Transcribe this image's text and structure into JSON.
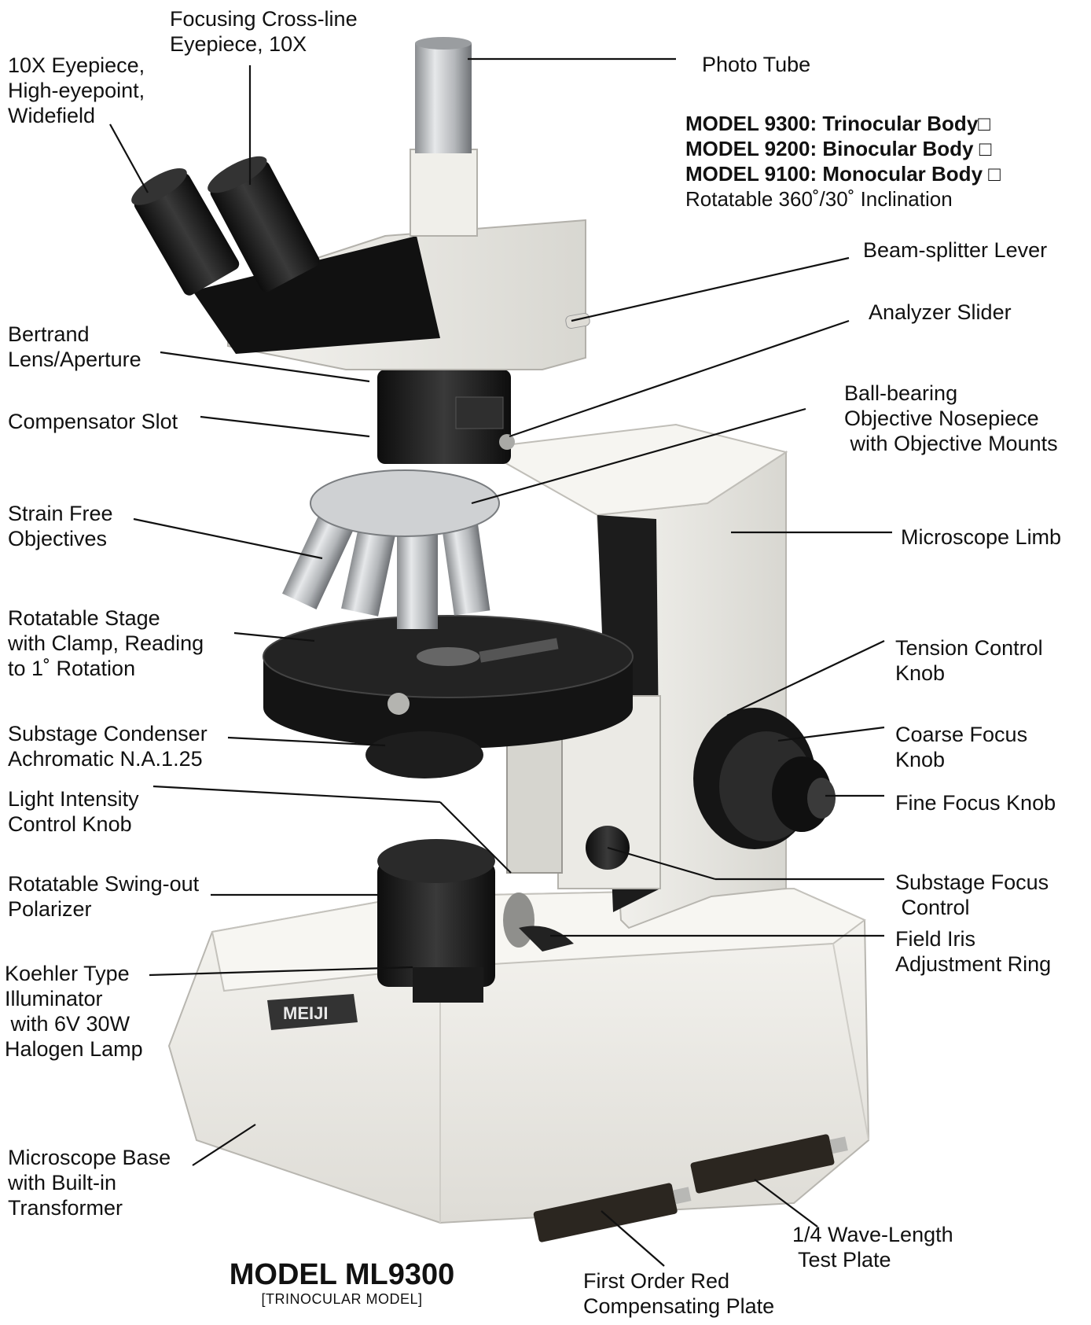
{
  "labels": {
    "focusing_eyepiece": [
      "Focusing Cross-line",
      "Eyepiece, 10X"
    ],
    "eyepiece_10x": [
      "10X Eyepiece,",
      "High-eyepoint,",
      "Widefield"
    ],
    "photo_tube": [
      "Photo Tube"
    ],
    "beam_splitter": [
      "Beam-splitter Lever"
    ],
    "analyzer_slider": [
      "Analyzer Slider"
    ],
    "bertrand_lens": [
      "Bertrand",
      "Lens/Aperture"
    ],
    "compensator_slot": [
      "Compensator Slot"
    ],
    "nosepiece": [
      "Ball-bearing",
      "Objective Nosepiece",
      " with Objective Mounts"
    ],
    "strain_free": [
      "Strain Free",
      "Objectives"
    ],
    "microscope_limb": [
      "Microscope Limb"
    ],
    "rotatable_stage": [
      "Rotatable Stage",
      "with Clamp, Reading",
      "to 1˚ Rotation"
    ],
    "tension_control": [
      "Tension Control",
      "Knob"
    ],
    "substage_condenser": [
      "Substage Condenser",
      "Achromatic N.A.1.25"
    ],
    "coarse_focus": [
      "Coarse Focus",
      "Knob"
    ],
    "light_intensity": [
      "Light Intensity",
      "Control Knob"
    ],
    "fine_focus": [
      "Fine Focus Knob"
    ],
    "swing_out_polarizer": [
      "Rotatable Swing-out",
      "Polarizer"
    ],
    "substage_focus": [
      "Substage Focus",
      " Control"
    ],
    "field_iris": [
      "Field Iris",
      "Adjustment Ring"
    ],
    "koehler": [
      "Koehler Type",
      "Illuminator",
      " with 6V 30W",
      "Halogen Lamp"
    ],
    "base": [
      "Microscope Base",
      "with Built-in",
      "Transformer"
    ],
    "quarter_wave": [
      "1/4 Wave-Length",
      " Test Plate"
    ],
    "first_order_red": [
      "First Order Red",
      "Compensating Plate"
    ]
  },
  "models": {
    "line1": "MODEL 9300: Trinocular Body□",
    "line2": "MODEL 9200: Binocular Body  □",
    "line3": "MODEL 9100: Monocular Body  □",
    "line4": "Rotatable 360˚/30˚ Inclination"
  },
  "title": {
    "main": "MODEL ML9300",
    "sub": "[TRINOCULAR MODEL]"
  },
  "base_logo": "MEIJI",
  "colors": {
    "body_white": "#ecebe6",
    "body_shade": "#c9c8c2",
    "black_part": "#1c1c1c",
    "chrome": "#b9bcbf",
    "chrome_dark": "#7d8084",
    "line": "#111111"
  }
}
